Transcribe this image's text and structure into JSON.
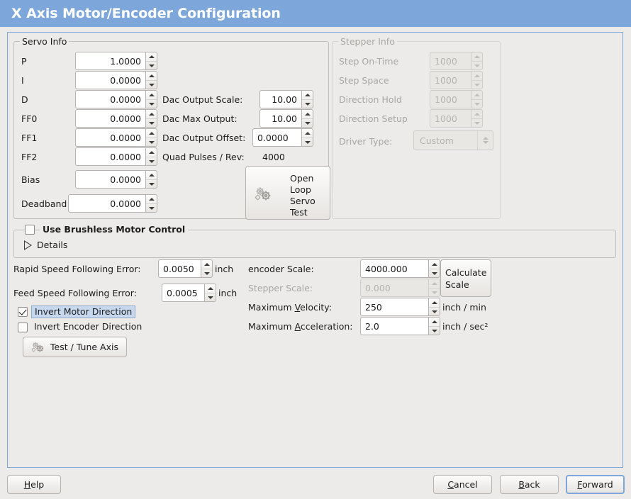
{
  "window": {
    "title": "X Axis Motor/Encoder Configuration",
    "title_bg": "#7da7da",
    "body_bg": "#edebe9",
    "frame_border": "#7da7da"
  },
  "servo_info": {
    "legend": "Servo Info",
    "pid_rows": [
      {
        "label": "P",
        "value": "1.0000"
      },
      {
        "label": "I",
        "value": "0.0000"
      },
      {
        "label": "D",
        "value": "0.0000"
      },
      {
        "label": "FF0",
        "value": "0.0000"
      },
      {
        "label": "FF1",
        "value": "0.0000"
      },
      {
        "label": "FF2",
        "value": "0.0000"
      },
      {
        "label": "Bias",
        "value": "0.0000"
      },
      {
        "label": "Deadband",
        "value": "0.0000"
      }
    ],
    "dac_rows": [
      {
        "label": "Dac Output Scale:",
        "value": "10.00"
      },
      {
        "label": "Dac Max Output:",
        "value": "10.00"
      },
      {
        "label": "Dac Output Offset:",
        "value": "0.0000"
      }
    ],
    "quad_pulses_label": "Quad Pulses / Rev:",
    "quad_pulses_value": "4000",
    "open_loop_button": {
      "line1": "Open",
      "line2": "Loop",
      "line3": "Servo",
      "line4": "Test",
      "icon": "gears-icon"
    }
  },
  "stepper_info": {
    "legend": "Stepper Info",
    "enabled": false,
    "rows": [
      {
        "label": "Step On-Time",
        "value": "1000"
      },
      {
        "label": "Step Space",
        "value": "1000"
      },
      {
        "label": "Direction Hold",
        "value": "1000"
      },
      {
        "label": "Direction Setup",
        "value": "1000"
      }
    ],
    "driver_type_label": "Driver Type:",
    "driver_type_value": "Custom"
  },
  "brushless": {
    "checkbox_label": "Use Brushless Motor Control",
    "checked": false,
    "details_label": "Details",
    "expanded": false
  },
  "tuning": {
    "rapid_following_error": {
      "label": "Rapid Speed Following Error:",
      "value": "0.0050",
      "unit": "inch"
    },
    "feed_following_error": {
      "label": "Feed Speed Following Error:",
      "value": "0.0005",
      "unit": "inch"
    },
    "invert_motor": {
      "label": "Invert Motor Direction",
      "checked": true,
      "focused": true
    },
    "invert_encoder": {
      "label": "Invert Encoder Direction",
      "checked": false,
      "focused": false
    },
    "test_tune_button": {
      "label": "Test / Tune Axis",
      "icon": "gears-icon"
    }
  },
  "scales": {
    "encoder_scale": {
      "label": "encoder Scale:",
      "value": "4000.000",
      "enabled": true
    },
    "stepper_scale": {
      "label": "Stepper Scale:",
      "value": "0.000",
      "enabled": false
    },
    "max_velocity": {
      "label_pre": "Maximum ",
      "label_key": "V",
      "label_post": "elocity:",
      "value": "250",
      "unit": "inch / min"
    },
    "max_acceleration": {
      "label_pre": "Maximum ",
      "label_key": "A",
      "label_post": "cceleration:",
      "value": "2.0",
      "unit": "inch / sec²"
    },
    "calculate_button": {
      "line1": "Calculate",
      "line2": "Scale"
    }
  },
  "footer": {
    "help": {
      "pre": "",
      "key": "H",
      "post": "elp"
    },
    "cancel": {
      "pre": "",
      "key": "C",
      "post": "ancel"
    },
    "back": {
      "pre": "",
      "key": "B",
      "post": "ack"
    },
    "forward": {
      "pre": "",
      "key": "F",
      "post": "orward",
      "focused": true
    }
  }
}
